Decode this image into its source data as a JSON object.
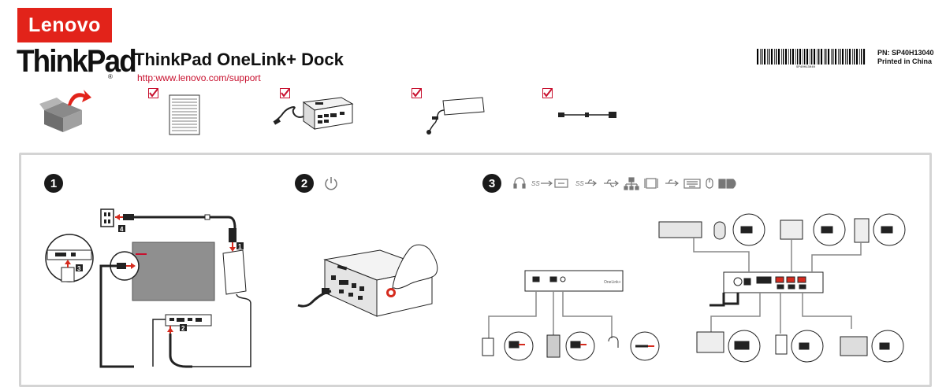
{
  "brand": {
    "lenovo": "Lenovo",
    "thinkpad": "ThinkPad",
    "registered": "®"
  },
  "header": {
    "title": "ThinkPad OneLink+ Dock",
    "url": "http:www.lenovo.com/support",
    "pn": "PN: SP40H13040",
    "printed": "Printed in China",
    "barcode_text": "SP40H13040"
  },
  "package_contents": [
    {
      "name": "documentation",
      "checked": true
    },
    {
      "name": "dock",
      "checked": true
    },
    {
      "name": "power-adapter",
      "checked": true
    },
    {
      "name": "power-cord",
      "checked": true
    }
  ],
  "steps": [
    {
      "number": "1",
      "callouts": [
        "4",
        "1",
        "3",
        "2"
      ]
    },
    {
      "number": "2",
      "icon": "power-icon"
    },
    {
      "number": "3",
      "icons": [
        "headphone-icon",
        "usb-ss-charge-icon",
        "usb-ss-icon",
        "usb-icon",
        "ethernet-icon",
        "display-icon",
        "usb-icon",
        "keyboard-icon",
        "mouse-icon",
        "hdmi-icon"
      ]
    }
  ],
  "dock_label": "OneLink+",
  "colors": {
    "lenovo_red": "#e2231a",
    "check_red": "#c8102e",
    "callout_red": "#d52b1e",
    "panel_border": "#d4d4d4"
  }
}
